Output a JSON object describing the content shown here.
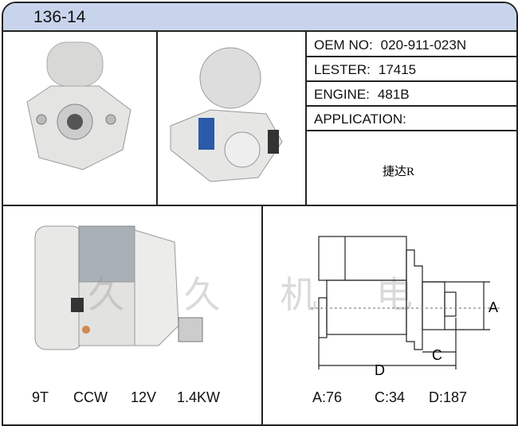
{
  "header": {
    "title": "136-14"
  },
  "specs": [
    {
      "label": "OEM NO:",
      "value": "020-911-023N"
    },
    {
      "label": "LESTER:",
      "value": "17415"
    },
    {
      "label": "ENGINE:",
      "value": "481B"
    },
    {
      "label": "APPLICATION:",
      "value": ""
    }
  ],
  "application_note": "捷达R",
  "watermark": "久 久 机 电",
  "bottom_left": {
    "teeth": "9T",
    "rotation": "CCW",
    "voltage": "12V",
    "power": "1.4KW"
  },
  "bottom_right": {
    "a": "A:76",
    "c": "C:34",
    "d": "D:187"
  },
  "diagram": {
    "label_a": "A",
    "label_c": "C",
    "label_d": "D"
  }
}
